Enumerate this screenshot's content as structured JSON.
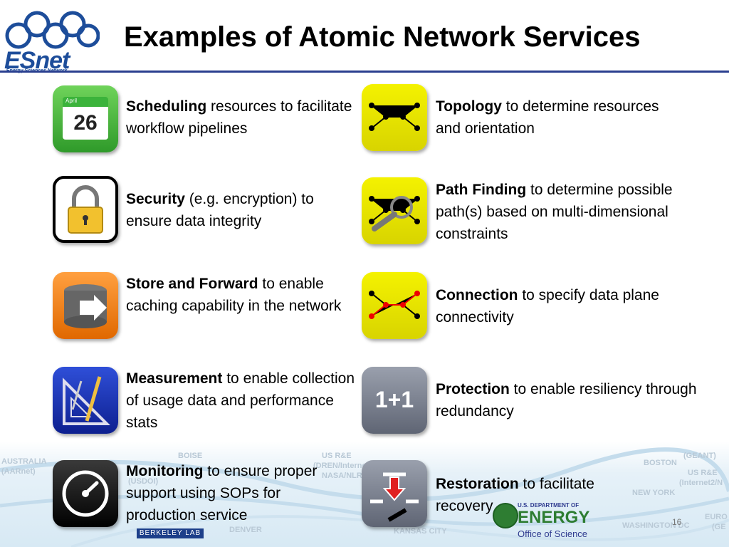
{
  "slide": {
    "title": "Examples of Atomic Network Services",
    "page_number": "16"
  },
  "logo": {
    "name": "ESnet",
    "subtitle": "Energy Sciences Network"
  },
  "left_items": [
    {
      "bold": "Scheduling",
      "rest": " resources to facilitate workflow pipelines",
      "icon": "calendar-icon"
    },
    {
      "bold": "Security",
      "rest": " (e.g. encryption) to ensure data integrity",
      "icon": "lock-icon"
    },
    {
      "bold": "Store and Forward",
      "rest": " to enable caching capability in the network",
      "icon": "database-forward-icon"
    },
    {
      "bold": "Measurement",
      "rest": " to enable collection of usage data and performance stats",
      "icon": "compass-ruler-icon"
    },
    {
      "bold": "Monitoring",
      "rest": " to ensure proper support using SOPs for production service",
      "icon": "gauge-icon"
    }
  ],
  "right_items": [
    {
      "bold": "Topology",
      "rest": " to determine resources and orientation",
      "icon": "topology-icon"
    },
    {
      "bold": "Path Finding",
      "rest": " to determine possible path(s) based on multi-dimensional constraints",
      "icon": "magnifier-graph-icon"
    },
    {
      "bold": "Connection",
      "rest": " to specify data plane connectivity",
      "icon": "connection-icon"
    },
    {
      "bold": "Protection",
      "rest": " to enable resiliency through redundancy",
      "icon": "one-plus-one-icon"
    },
    {
      "bold": "Restoration",
      "rest": " to facilitate recovery",
      "icon": "switch-restore-icon"
    }
  ],
  "icon_text": {
    "calendar_month": "April",
    "calendar_day": "26",
    "protection": "1+1"
  },
  "footer": {
    "berkeley": "BERKELEY LAB",
    "doe_small": "U.S. DEPARTMENT OF",
    "doe_big": "ENERGY",
    "doe_office": "Office of Science"
  },
  "map_labels": [
    "AUSTRALIA",
    "(AARnet)",
    "(USDOI)",
    "BOISE",
    "US R&E",
    "(DREN/Internet2/",
    "NASA/NLR)",
    "BOSTON",
    "(GEANT)",
    "US R&E",
    "(Internet2/N",
    "NEW YORK",
    "DENVER",
    "KANSAS CITY",
    "WASHINGTON DC",
    "EURO",
    "(GE"
  ],
  "colors": {
    "title": "#000000",
    "rule": "#2a3f8f",
    "esnet_blue": "#1d4d9a",
    "doe_green": "#2e7d32"
  }
}
